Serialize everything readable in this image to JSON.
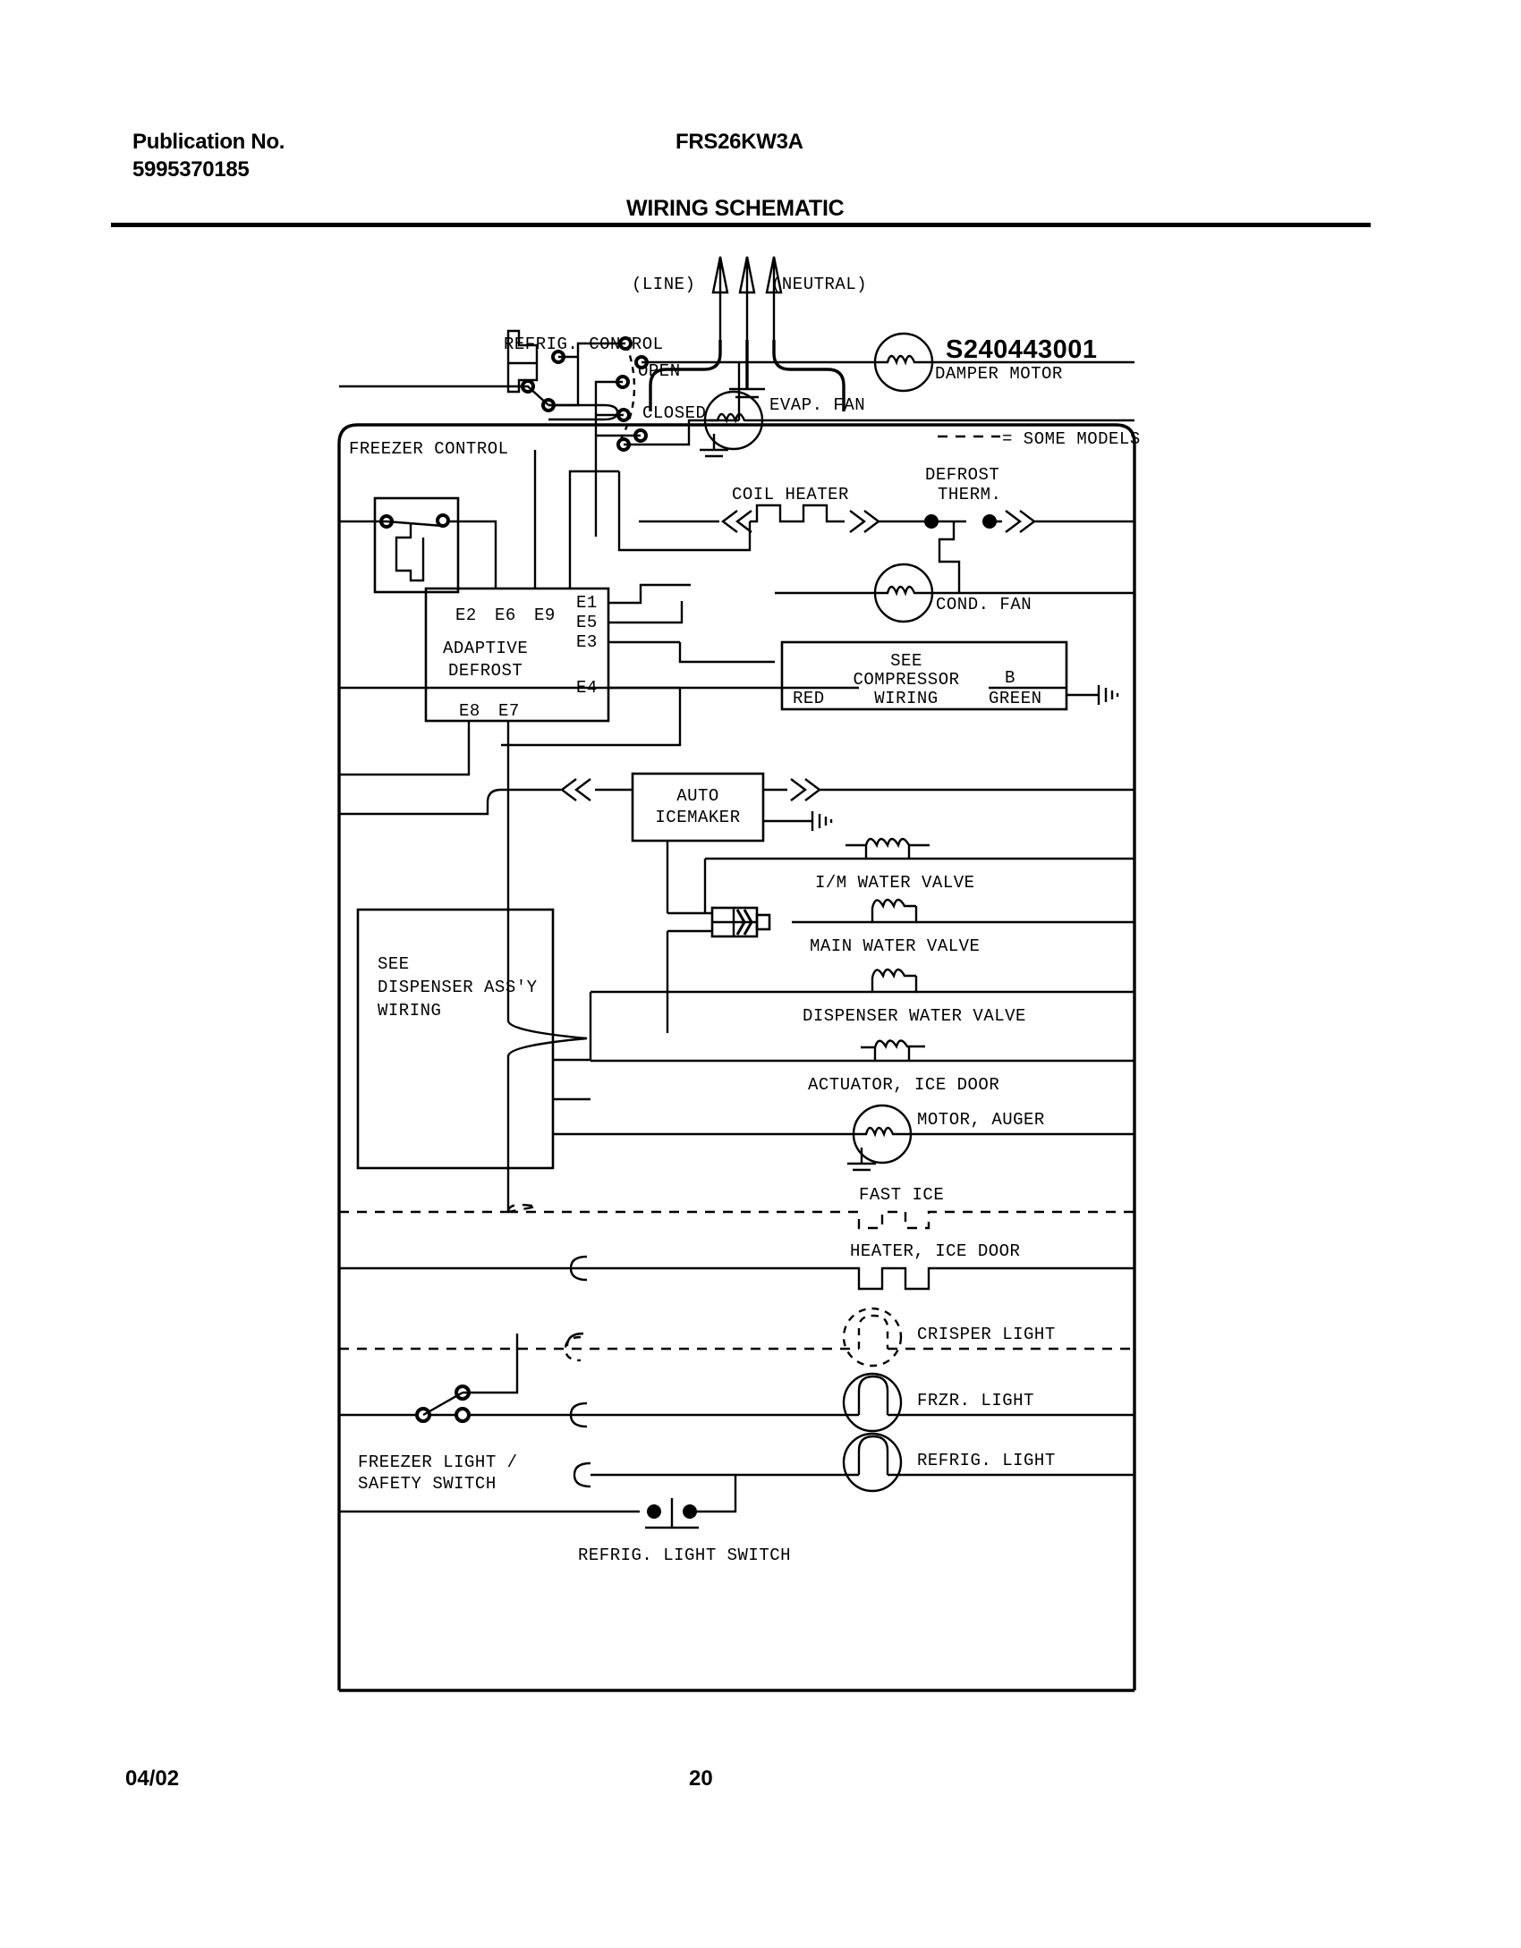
{
  "header": {
    "publication_label": "Publication No.",
    "publication_number": "5995370185",
    "model": "FRS26KW3A",
    "sheet_title": "WIRING SCHEMATIC"
  },
  "footer": {
    "date": "04/02",
    "page": "20"
  },
  "diagram": {
    "part_number": "S240443001",
    "supply": {
      "line_label": "(LINE)",
      "neutral_label": "(NEUTRAL)"
    },
    "legend": {
      "some_models": "= SOME MODELS"
    },
    "controls": {
      "refrig_control": "REFRIG. CONTROL",
      "refrig_open": "OPEN",
      "refrig_closed": "CLOSED",
      "freezer_control": "FREEZER CONTROL",
      "adaptive_defrost_line1": "ADAPTIVE",
      "adaptive_defrost_line2": "DEFROST"
    },
    "terminals": {
      "top": [
        "E2",
        "E6",
        "E9"
      ],
      "right": [
        "E1",
        "E5",
        "E3",
        "E4"
      ],
      "bottom": [
        "E8",
        "E7"
      ]
    },
    "components": {
      "damper_motor": "DAMPER MOTOR",
      "evap_fan": "EVAP. FAN",
      "coil_heater": "COIL HEATER",
      "defrost_therm_line1": "DEFROST",
      "defrost_therm_line2": "THERM.",
      "cond_fan": "COND. FAN",
      "auto_icemaker_line1": "AUTO",
      "auto_icemaker_line2": "ICEMAKER",
      "im_water_valve": "I/M WATER VALVE",
      "main_water_valve": "MAIN WATER VALVE",
      "dispenser_water_valve": "DISPENSER WATER VALVE",
      "actuator_ice_door": "ACTUATOR, ICE DOOR",
      "motor_auger": "MOTOR, AUGER",
      "fast_ice": "FAST ICE",
      "heater_ice_door": "HEATER, ICE DOOR",
      "crisper_light": "CRISPER LIGHT",
      "frzr_light": "FRZR. LIGHT",
      "refrig_light": "REFRIG. LIGHT",
      "freezer_light_switch_line1": "FREEZER LIGHT /",
      "freezer_light_switch_line2": "SAFETY SWITCH",
      "refrig_light_switch": "REFRIG. LIGHT SWITCH"
    },
    "compressor_box": {
      "line1": "SEE",
      "line2": "COMPRESSOR",
      "line3": "WIRING",
      "terminal_red": "RED",
      "terminal_b": "B",
      "terminal_green": "GREEN"
    },
    "dispenser_box": {
      "line1": "SEE",
      "line2": "DISPENSER ASS'Y",
      "line3": "WIRING"
    }
  }
}
